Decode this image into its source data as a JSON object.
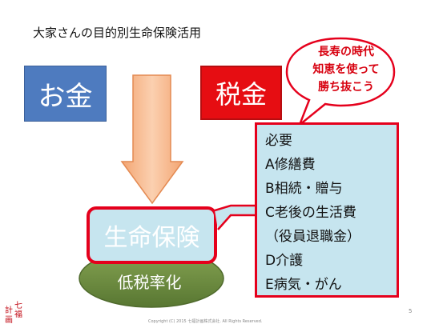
{
  "title": "大家さんの目的別生命保険活用",
  "okane": "お金",
  "zeikin": "税金",
  "bubble": [
    "長寿の時代",
    "知恵を使って",
    "勝ち抜こう"
  ],
  "hoken": "生命保険",
  "teizei": "低税率化",
  "list": [
    "必要",
    "A修繕費",
    "B相続・贈与",
    "C老後の生活費",
    "（役員退職金）",
    "D介護",
    "E病気・がん"
  ],
  "footer": "Copyright (C) 2015 七福計画株式会社. All Rights Reserved.",
  "page_number": "5",
  "seal": [
    "七",
    "福",
    "計",
    "画"
  ],
  "colors": {
    "okane_bg": "#4e7bbf",
    "zeikin_bg": "#e60d12",
    "accent_red": "#e5001c",
    "light_blue": "#c6e5ef",
    "arrow_fill": "#f6b58c",
    "base_green": "#6b8b3c"
  }
}
